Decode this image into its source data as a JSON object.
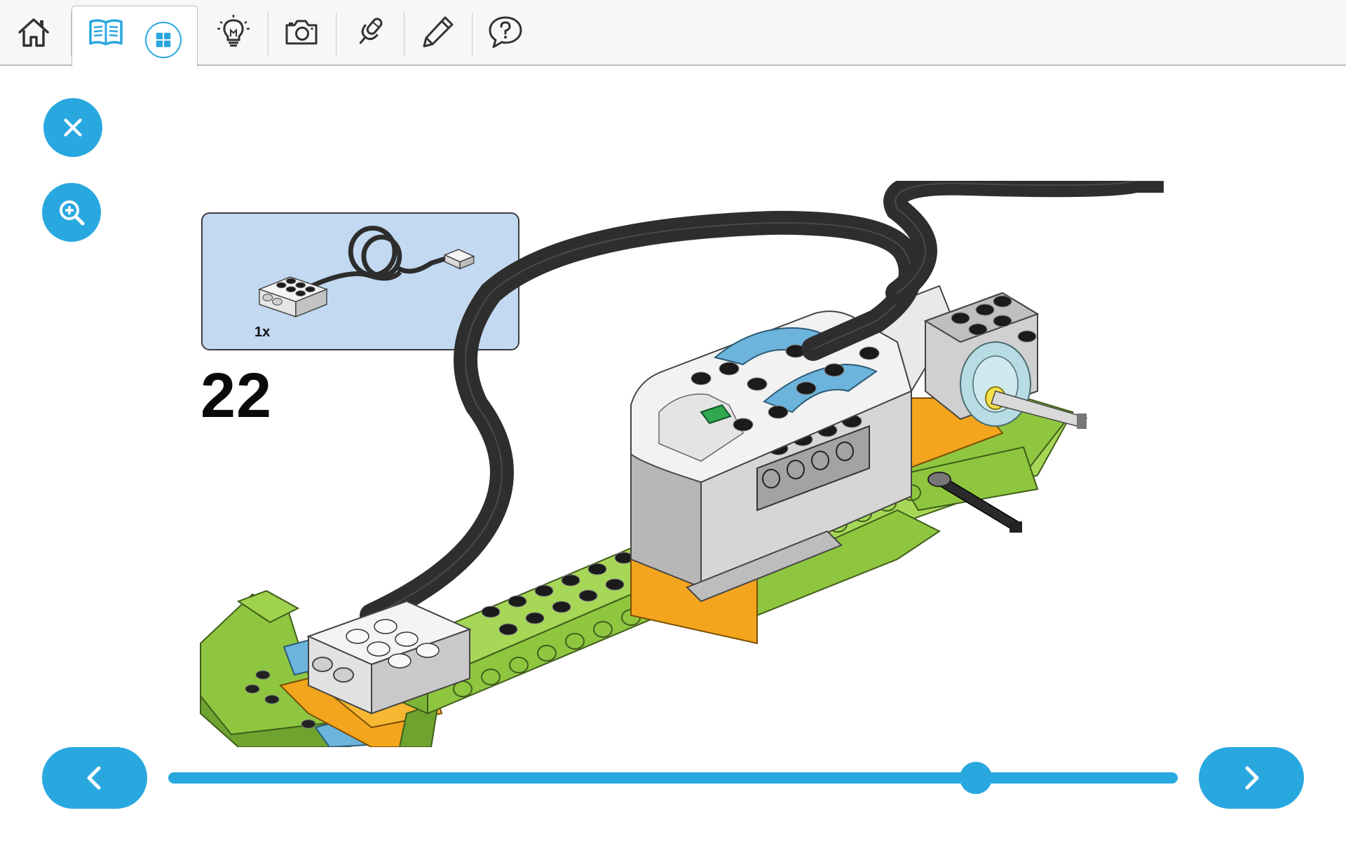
{
  "toolbar": {
    "icons": [
      "home-icon",
      "book-icon",
      "grid-icon",
      "lightbulb-icon",
      "camera-icon",
      "microphone-icon",
      "pencil-icon",
      "speech-bubble-icon"
    ],
    "active_tab": "book-icon"
  },
  "controls": {
    "close_icon": "close-icon",
    "zoom_icon": "zoom-in-icon"
  },
  "instructions": {
    "parts_needed": {
      "part": "motion-sensor",
      "quantity_label": "1x"
    },
    "step_number": "22"
  },
  "navigation": {
    "prev_icon": "chevron-left-icon",
    "next_icon": "chevron-right-icon",
    "progress": 0.8
  },
  "colors": {
    "accent": "#29a8e0",
    "parts_box_bg": "#c2d9f1",
    "lime": "#8fc63f",
    "orange": "#f3a51d",
    "light_blue": "#6cb4dc"
  }
}
